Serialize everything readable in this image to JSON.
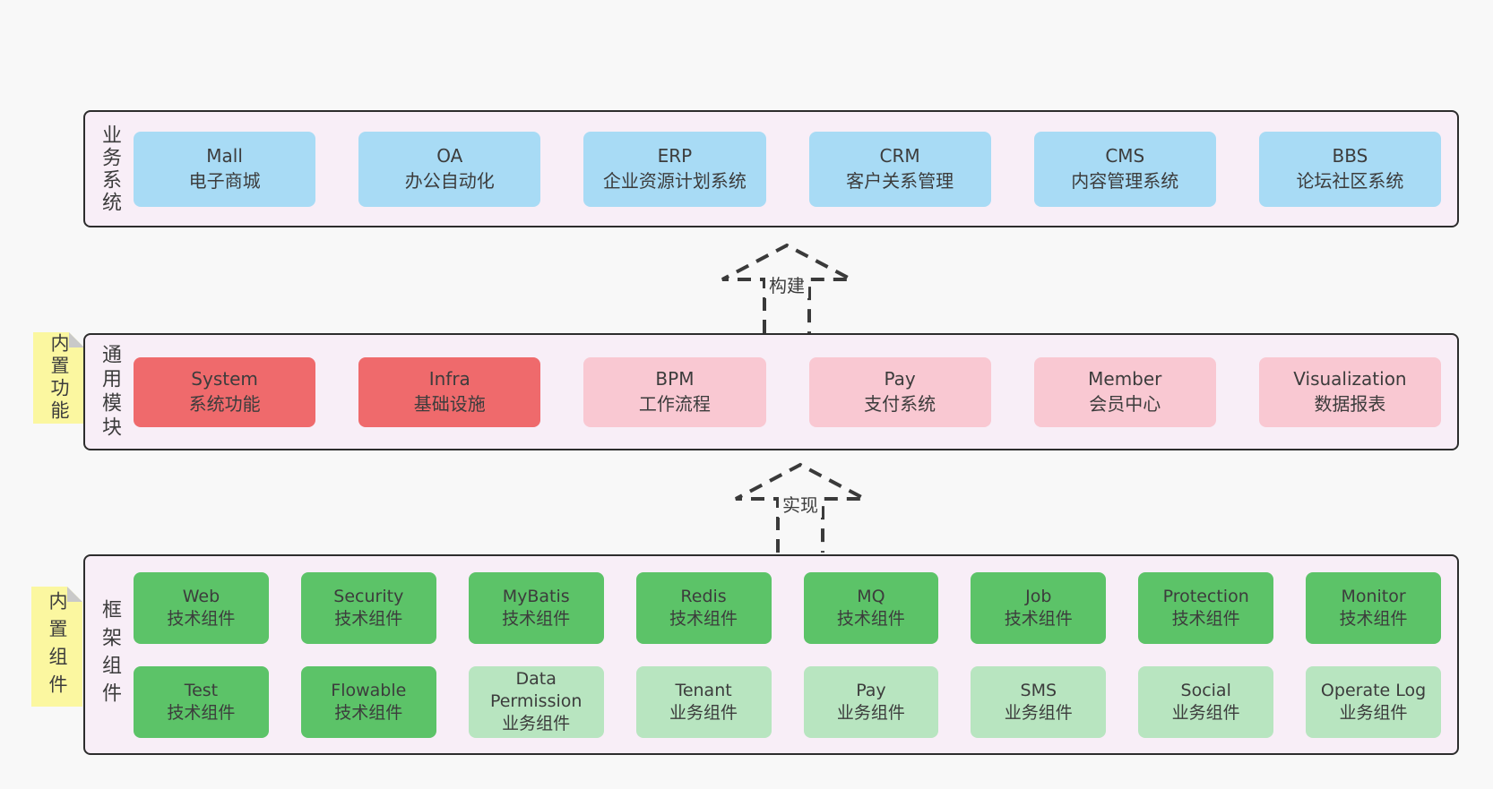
{
  "colors": {
    "page_bg": "#f8f8f8",
    "container_bg": "#f8eef7",
    "container_border": "#2d2d2d",
    "box_blue": "#a8dbf5",
    "box_red": "#ef6a6c",
    "box_pink": "#f9c8d2",
    "box_green": "#5cc368",
    "box_green_light": "#b8e5c0",
    "sticky_bg": "#fbf7a0",
    "sticky_fold": "#c9c9c9",
    "text": "#3c3c3c",
    "arrow": "#3a3a3a"
  },
  "stickies": [
    {
      "text": "内置功能"
    },
    {
      "text": "内置组件"
    }
  ],
  "arrows": [
    {
      "label": "构建"
    },
    {
      "label": "实现"
    }
  ],
  "layers": [
    {
      "label": "业务系统",
      "boxes": [
        {
          "name": "Mall",
          "desc": "电子商城",
          "variant": "blue"
        },
        {
          "name": "OA",
          "desc": "办公自动化",
          "variant": "blue"
        },
        {
          "name": "ERP",
          "desc": "企业资源计划系统",
          "variant": "blue"
        },
        {
          "name": "CRM",
          "desc": "客户关系管理",
          "variant": "blue"
        },
        {
          "name": "CMS",
          "desc": "内容管理系统",
          "variant": "blue"
        },
        {
          "name": "BBS",
          "desc": "论坛社区系统",
          "variant": "blue"
        }
      ]
    },
    {
      "label": "通用模块",
      "boxes": [
        {
          "name": "System",
          "desc": "系统功能",
          "variant": "red"
        },
        {
          "name": "Infra",
          "desc": "基础设施",
          "variant": "red"
        },
        {
          "name": "BPM",
          "desc": "工作流程",
          "variant": "pink"
        },
        {
          "name": "Pay",
          "desc": "支付系统",
          "variant": "pink"
        },
        {
          "name": "Member",
          "desc": "会员中心",
          "variant": "pink"
        },
        {
          "name": "Visualization",
          "desc": "数据报表",
          "variant": "pink"
        }
      ]
    },
    {
      "label": "框架组件",
      "rows": [
        [
          {
            "name": "Web",
            "desc": "技术组件",
            "variant": "green"
          },
          {
            "name": "Security",
            "desc": "技术组件",
            "variant": "green"
          },
          {
            "name": "MyBatis",
            "desc": "技术组件",
            "variant": "green"
          },
          {
            "name": "Redis",
            "desc": "技术组件",
            "variant": "green"
          },
          {
            "name": "MQ",
            "desc": "技术组件",
            "variant": "green"
          },
          {
            "name": "Job",
            "desc": "技术组件",
            "variant": "green"
          },
          {
            "name": "Protection",
            "desc": "技术组件",
            "variant": "green"
          },
          {
            "name": "Monitor",
            "desc": "技术组件",
            "variant": "green"
          }
        ],
        [
          {
            "name": "Test",
            "desc": "技术组件",
            "variant": "green"
          },
          {
            "name": "Flowable",
            "desc": "技术组件",
            "variant": "green"
          },
          {
            "name": "Data Permission",
            "desc": "业务组件",
            "variant": "green-light"
          },
          {
            "name": "Tenant",
            "desc": "业务组件",
            "variant": "green-light"
          },
          {
            "name": "Pay",
            "desc": "业务组件",
            "variant": "green-light"
          },
          {
            "name": "SMS",
            "desc": "业务组件",
            "variant": "green-light"
          },
          {
            "name": "Social",
            "desc": "业务组件",
            "variant": "green-light"
          },
          {
            "name": "Operate Log",
            "desc": "业务组件",
            "variant": "green-light"
          }
        ]
      ]
    }
  ]
}
